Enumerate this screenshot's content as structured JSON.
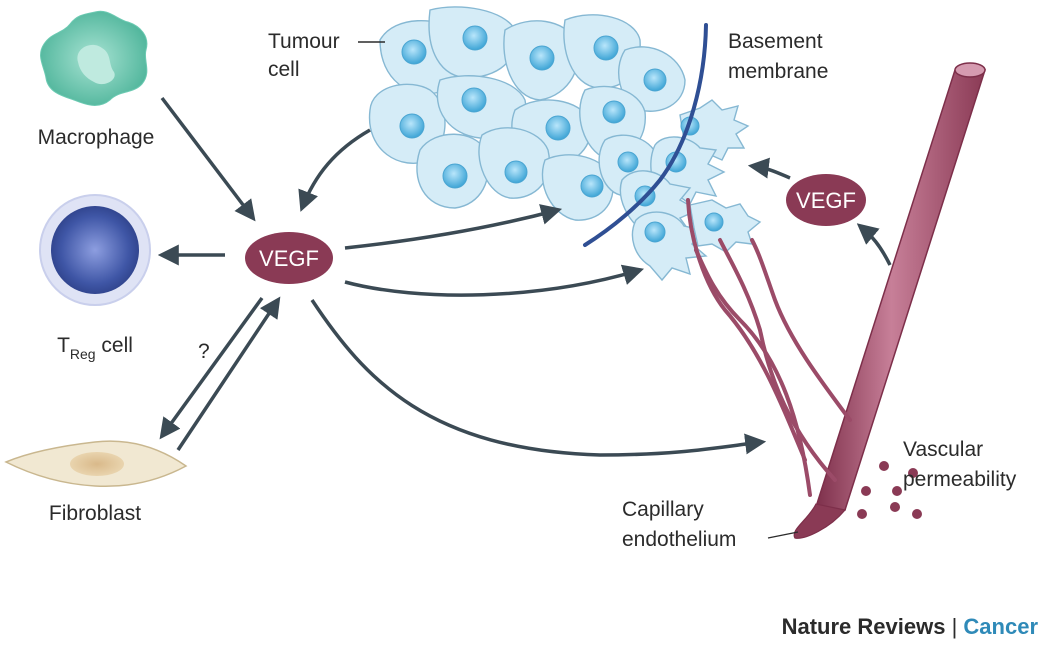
{
  "labels": {
    "macrophage": "Macrophage",
    "treg_prefix": "T",
    "treg_sub": "Reg",
    "treg_suffix": " cell",
    "fibroblast": "Fibroblast",
    "question": "?",
    "tumour_line1": "Tumour",
    "tumour_line2": "cell",
    "basement_line1": "Basement",
    "basement_line2": "membrane",
    "vegf_center": "VEGF",
    "vegf_right": "VEGF",
    "vascular_line1": "Vascular",
    "vascular_line2": "permeability",
    "capillary_line1": "Capillary",
    "capillary_line2": "endothelium"
  },
  "footer": {
    "journal": "Nature Reviews",
    "separator": " | ",
    "section": "Cancer"
  },
  "colors": {
    "arrow": "#3b4a54",
    "vegf": "#8a3a55",
    "vessel": "#a85a76",
    "tumour_fill": "#d5ecf7",
    "tumour_nucleus": "#5db3dd",
    "membrane": "#2f4f94",
    "macrophage": "#5cbfa8",
    "treg": "#3f56a6",
    "fibroblast": "#efe6cf",
    "section_accent": "#2f8ab8"
  }
}
